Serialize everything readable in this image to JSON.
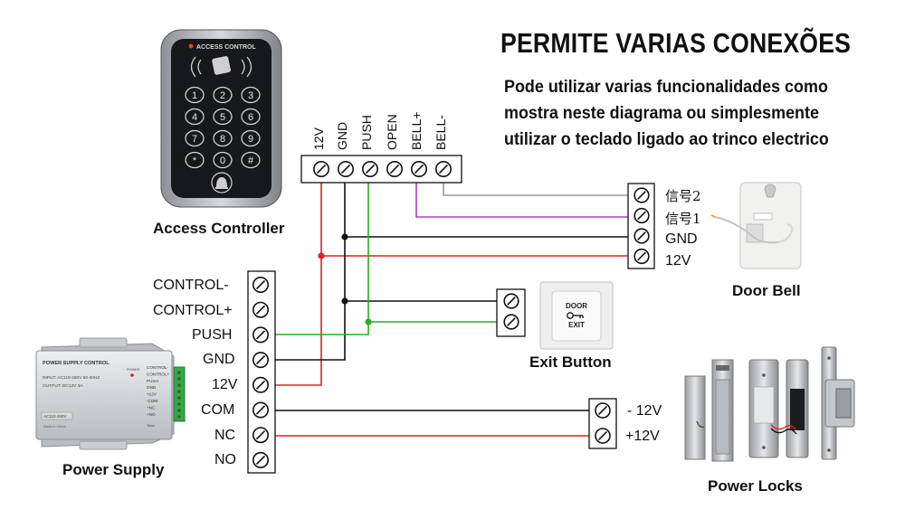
{
  "header": {
    "title": "PERMITE VARIAS CONEXÕES",
    "description_lines": [
      "Pode utilizar varias funcionalidades como",
      "mostra neste diagrama ou simplesmente",
      "utilizar o teclado ligado ao trinco electrico"
    ]
  },
  "access_controller": {
    "caption": "Access Controller",
    "brand_text": "ACCESS CONTROL",
    "keys": [
      "1",
      "2",
      "3",
      "4",
      "5",
      "6",
      "7",
      "8",
      "9",
      "*",
      "0",
      "#"
    ],
    "terminals": [
      "12V",
      "GND",
      "PUSH",
      "OPEN",
      "BELL+",
      "BELL-"
    ]
  },
  "power_supply": {
    "caption": "Power Supply",
    "terminals": [
      "CONTROL-",
      "CONTROL+",
      "PUSH",
      "GND",
      "12V",
      "COM",
      "NC",
      "NO"
    ],
    "device_label": "POWER SUPPLY CONTROL",
    "device_input": "INPUT: AC110-260V 50-60HZ",
    "device_output": "OUTPUT: DC12V  3A",
    "device_badge": "AC110-260V",
    "device_small": "Made in China",
    "device_power": "POWER",
    "device_time": "Time",
    "device_side_labels": [
      "CONTROL-",
      "CONTROL+",
      "PUSH",
      "GND",
      "+12V",
      "-COM",
      "+NC",
      "+NO"
    ]
  },
  "door_bell": {
    "caption": "Door Bell",
    "terminals": [
      "信号2",
      "信号1",
      "GND",
      "12V"
    ]
  },
  "exit_button": {
    "caption": "Exit Button",
    "line1": "DOOR",
    "line2": "EXIT"
  },
  "power_locks": {
    "caption": "Power Locks",
    "terminals": [
      "- 12V",
      "+12V"
    ]
  },
  "colors": {
    "red": "#e02020",
    "black": "#111111",
    "green": "#22b022",
    "purple": "#b040c0",
    "gray": "#9a9a9a"
  }
}
